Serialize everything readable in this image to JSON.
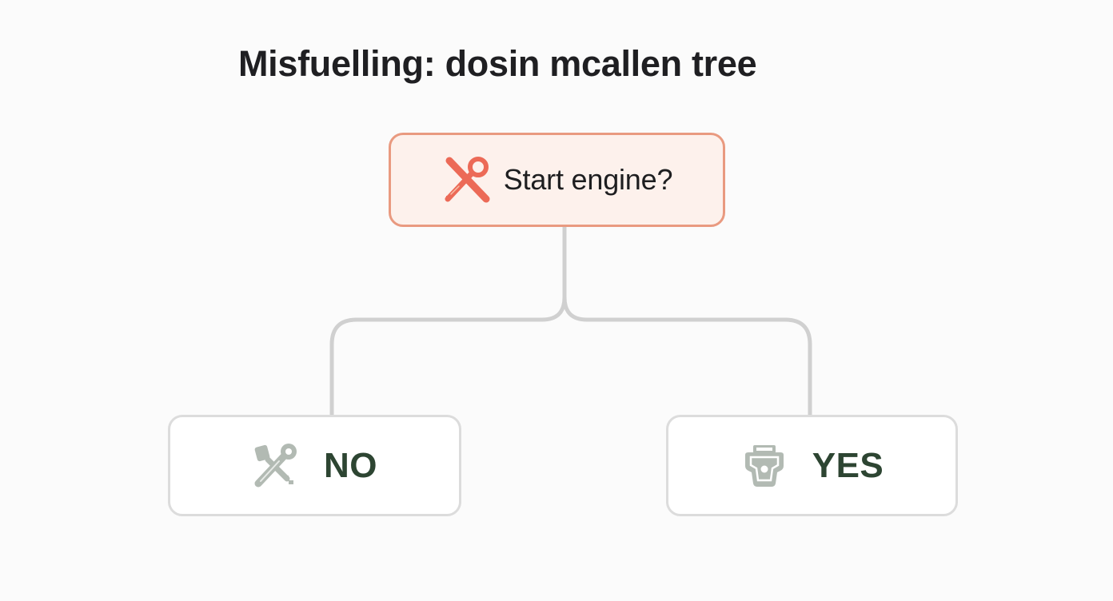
{
  "diagram": {
    "title": "Misfuelling: dosin mcallen tree",
    "type": "decision-tree",
    "colors": {
      "background": "#fbfbfb",
      "root_fill": "#fdf1ec",
      "root_border": "#e99a80",
      "root_icon": "#ec6a57",
      "leaf_border": "#dcdcdc",
      "leaf_icon": "#b2bab3",
      "leaf_text": "#2d4532",
      "connector": "#d0d0d0"
    },
    "root": {
      "label": "Start engine?",
      "icon": "crossed-key-icon"
    },
    "branches": [
      {
        "label": "NO",
        "icon": "wrench-key-icon"
      },
      {
        "label": "YES",
        "icon": "fuel-nozzle-icon"
      }
    ]
  }
}
